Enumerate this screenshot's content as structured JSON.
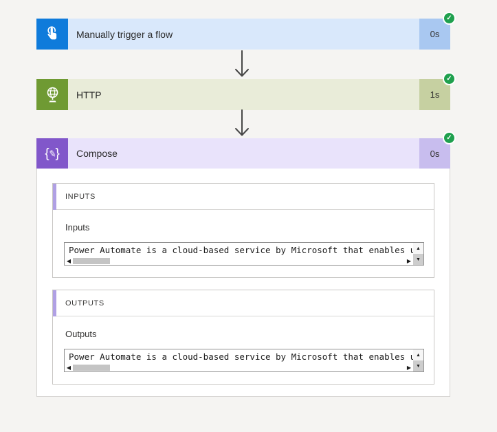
{
  "canvas": {
    "background": "#f5f4f2"
  },
  "status": {
    "name": "succeeded",
    "check_glyph": "✓",
    "success_color": "#1fa04e"
  },
  "steps": [
    {
      "title": "Manually trigger a flow",
      "duration": "0s",
      "icon": "manual-trigger-icon",
      "accent": "#0f7bdb",
      "bar_bg": "#d9e8fb",
      "duration_bg": "#a9c8f1"
    },
    {
      "title": "HTTP",
      "duration": "1s",
      "icon": "globe-icon",
      "accent": "#6f9a33",
      "bar_bg": "#e9ecd9",
      "duration_bg": "#c6d0a1"
    },
    {
      "title": "Compose",
      "duration": "0s",
      "icon": "compose-icon",
      "accent": "#8157ca",
      "bar_bg": "#e9e3fb",
      "duration_bg": "#c8bdee"
    }
  ],
  "compose_panel": {
    "accent": "#b0a0e4",
    "sections": [
      {
        "header": "INPUTS",
        "field_label": "Inputs",
        "value": "Power Automate is a cloud-based service by Microsoft that enables u"
      },
      {
        "header": "OUTPUTS",
        "field_label": "Outputs",
        "value": "Power Automate is a cloud-based service by Microsoft that enables u"
      }
    ]
  },
  "scrollbar": {
    "up": "▲",
    "down": "▼",
    "left": "◀",
    "right": "▶"
  }
}
